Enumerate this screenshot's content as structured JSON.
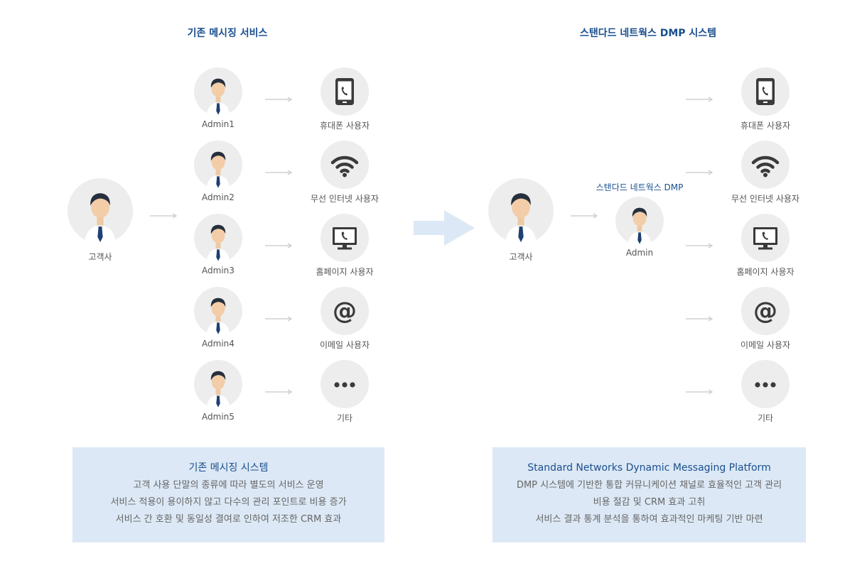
{
  "left": {
    "title": "기존 메시징 서비스",
    "customer_label": "고객사",
    "admins": [
      "Admin1",
      "Admin2",
      "Admin3",
      "Admin4",
      "Admin5"
    ],
    "channels": [
      {
        "label": "휴대폰 사용자",
        "icon": "phone-icon"
      },
      {
        "label": "무선 인터넷 사용자",
        "icon": "wifi-icon"
      },
      {
        "label": "홈페이지 사용자",
        "icon": "monitor-icon"
      },
      {
        "label": "이메일 사용자",
        "icon": "at-icon"
      },
      {
        "label": "기타",
        "icon": "more-icon"
      }
    ],
    "box": {
      "title": "기존 메시징 시스템",
      "lines": [
        "고객 사용 단말의 종류에 따라 별도의 서비스 운영",
        "서비스 적용이 용이하지 않고 다수의 관리 포인트로 비용 증가",
        "서비스 간 호환 및 동일성 결여로 인하여 저조한 CRM 효과"
      ]
    }
  },
  "right": {
    "title": "스탠다드 네트웍스 DMP 시스템",
    "customer_label": "고객사",
    "dmp_label": "스탠다드 네트웍스 DMP",
    "admin_label": "Admin",
    "channels": [
      {
        "label": "휴대폰 사용자",
        "icon": "phone-icon"
      },
      {
        "label": "무선 인터넷 사용자",
        "icon": "wifi-icon"
      },
      {
        "label": "홈페이지 사용자",
        "icon": "monitor-icon"
      },
      {
        "label": "이메일 사용자",
        "icon": "at-icon"
      },
      {
        "label": "기타",
        "icon": "more-icon"
      }
    ],
    "box": {
      "title": "Standard Networks Dynamic Messaging Platform",
      "lines": [
        "DMP 시스템에 기반한 통합 커뮤니케이션 채널로 효율적인 고객 관리",
        "비용 절감 및 CRM 효과 고취",
        "서비스 결과 통계 분석을 통하여 효과적인 마케팅 기반 마련"
      ]
    }
  },
  "colors": {
    "title_blue": "#1a4f8f",
    "circle_gray": "#ededed",
    "box_bg": "#dce8f5",
    "big_arrow": "#dce8f5",
    "icon_dark": "#3a3a3a",
    "tie_navy": "#1f3f73"
  }
}
